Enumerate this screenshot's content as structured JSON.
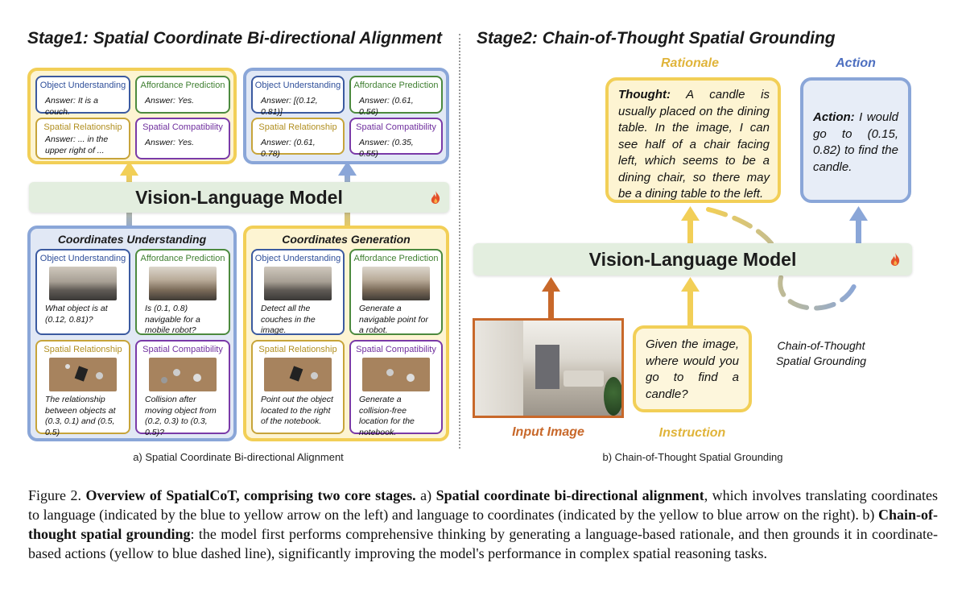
{
  "stage1": {
    "title": "Stage1: Spatial Coordinate Bi-directional Alignment",
    "answers_left": {
      "obj": {
        "title": "Object Understanding",
        "text": "Answer: It is a couch."
      },
      "aff": {
        "title": "Affordance Prediction",
        "text": "Answer: Yes."
      },
      "rel": {
        "title": "Spatial Relationship",
        "text": "Answer: ... in the upper right of ..."
      },
      "comp": {
        "title": "Spatial Compatibility",
        "text": "Answer: Yes."
      }
    },
    "answers_right": {
      "obj": {
        "title": "Object Understanding",
        "text": "Answer: [(0.12, 0.81)]"
      },
      "aff": {
        "title": "Affordance Prediction",
        "text": "Answer: (0.61, 0.56)"
      },
      "rel": {
        "title": "Spatial Relationship",
        "text": "Answer: (0.61, 0.78)"
      },
      "comp": {
        "title": "Spatial Compatibility",
        "text": "Answer: (0.35, 0.55)"
      }
    },
    "vlm": "Vision-Language Model",
    "understanding": {
      "title": "Coordinates Understanding",
      "obj": {
        "title": "Object Understanding",
        "text": "What object is at (0.12, 0.81)?"
      },
      "aff": {
        "title": "Affordance Prediction",
        "text": "Is (0.1, 0.8) navigable for a mobile robot?"
      },
      "rel": {
        "title": "Spatial Relationship",
        "text": "The relationship between objects at (0.3, 0.1) and (0.5, 0.5)"
      },
      "comp": {
        "title": "Spatial Compatibility",
        "text": "Collision after moving object from (0.2, 0.3) to (0.3, 0.5)?"
      }
    },
    "generation": {
      "title": "Coordinates Generation",
      "obj": {
        "title": "Object Understanding",
        "text": "Detect all the couches in the image."
      },
      "aff": {
        "title": "Affordance Prediction",
        "text": "Generate a navigable point for a robot."
      },
      "rel": {
        "title": "Spatial Relationship",
        "text": "Point out the object located to the right of the notebook."
      },
      "comp": {
        "title": "Spatial Compatibility",
        "text": "Generate a collision-free location for the notebook."
      }
    },
    "caption": "a) Spatial Coordinate Bi-directional Alignment"
  },
  "stage2": {
    "title": "Stage2: Chain-of-Thought Spatial Grounding",
    "rationale_label": "Rationale",
    "action_label": "Action",
    "thought_head": "Thought:",
    "thought_body": " A candle is usually placed on the dining table. In the image, I can see half of a chair facing left, which seems to be a dining chair, so there may be a dining table to the left.",
    "action_head": "Action:",
    "action_body": " I would go to (0.15, 0.82) to find the candle.",
    "vlm": "Vision-Language Model",
    "instruction_text": "Given the image, where would you go to find a candle?",
    "cot_label": "Chain-of-Thought Spatial Grounding",
    "input_label": "Input Image",
    "instruction_label": "Instruction",
    "caption": "b) Chain-of-Thought Spatial Grounding"
  },
  "figure_caption": {
    "label": "Figure 2.",
    "bold1": "Overview of SpatialCoT, comprising two core stages.",
    "t1": " a) ",
    "bold2": "Spatial coordinate bi-directional alignment",
    "t2": ", which involves translating coordinates to language (indicated by the blue to yellow arrow on the left) and language to coordinates (indicated by the yellow to blue arrow on the right). b) ",
    "bold3": "Chain-of-thought spatial grounding",
    "t3": ": the model first performs comprehensive thinking by generating a language-based rationale, and then grounds it in coordinate-based actions (yellow to blue dashed line), significantly improving the model's performance in complex spatial reasoning tasks."
  },
  "colors": {
    "yellow": "#f2cf57",
    "blue": "#8aa6d8",
    "orange": "#c8682a",
    "green_bg": "#e3eedf"
  },
  "icons": [
    "fire-icon"
  ]
}
